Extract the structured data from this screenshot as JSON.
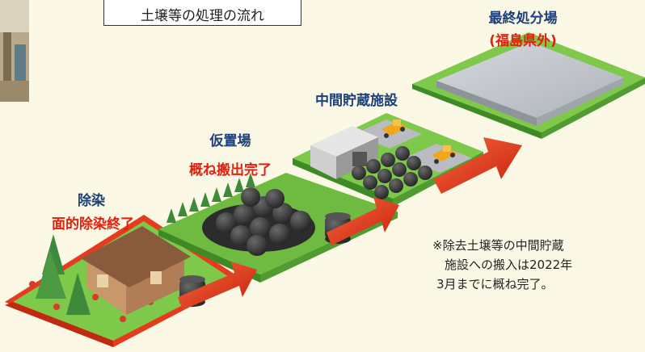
{
  "title": "土壌等の処理の流れ",
  "stages": [
    {
      "name": "除染",
      "status": "面的除染終了"
    },
    {
      "name": "仮置場",
      "status": "概ね搬出完了"
    },
    {
      "name": "中間貯蔵施設",
      "status": ""
    },
    {
      "name": "最終処分場",
      "status": "(福島県外)"
    }
  ],
  "note": {
    "line1": "※除去土壌等の中間貯蔵",
    "line2": "施設への搬入は2022年",
    "line3": "3月までに概ね完了。"
  },
  "colors": {
    "grass": "#7ec84a",
    "grass_dark": "#4f9a2c",
    "border_red": "#e53b1e",
    "label_blue": "#1d3f7a",
    "label_red": "#e2200f",
    "arrow_red": "#e8341c",
    "bag_dark": "#3a3a3a"
  }
}
